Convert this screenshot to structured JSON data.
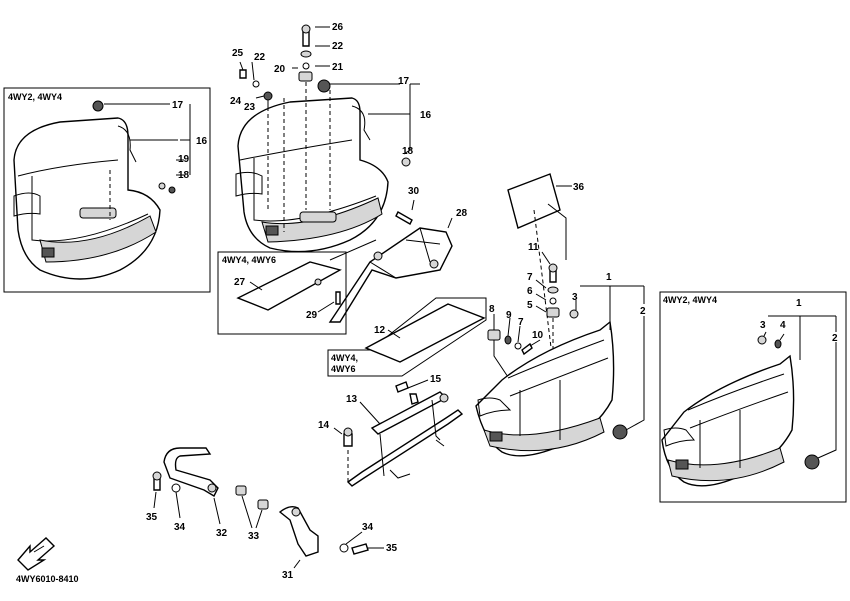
{
  "diagram": {
    "drawing_code": "4WY6010-8410",
    "inset_labels": {
      "left_top": "4WY2, 4WY4",
      "left_mid": "4WY4, 4WY6",
      "center_line1": "4WY4,",
      "center_line2": "4WY6",
      "right": "4WY2, 4WY4"
    },
    "callouts": {
      "c26": "26",
      "c22a": "22",
      "c21": "21",
      "c20": "20",
      "c25": "25",
      "c22b": "22",
      "c24": "24",
      "c23": "23",
      "c17a": "17",
      "c16a": "16",
      "c18a": "18",
      "c17b": "17",
      "c16b": "16",
      "c19": "19",
      "c18b": "18",
      "c30": "30",
      "c28": "28",
      "c36": "36",
      "c27": "27",
      "c29": "29",
      "c11": "11",
      "c7a": "7",
      "c6": "6",
      "c5": "5",
      "c3a": "3",
      "c1a": "1",
      "c2a": "2",
      "c8": "8",
      "c9": "9",
      "c7b": "7",
      "c10": "10",
      "c12": "12",
      "c15": "15",
      "c13": "13",
      "c14": "14",
      "c1b": "1",
      "c3b": "3",
      "c4": "4",
      "c2b": "2",
      "c35a": "35",
      "c34a": "34",
      "c32": "32",
      "c33": "33",
      "c31": "31",
      "c34b": "34",
      "c35b": "35"
    }
  }
}
